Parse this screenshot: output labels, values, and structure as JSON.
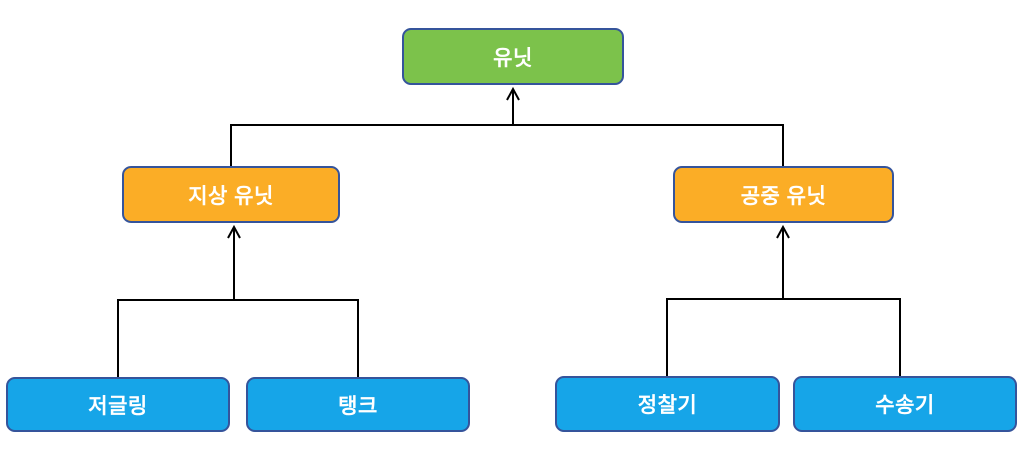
{
  "diagram": {
    "type": "tree",
    "orientation": "bottom-up-arrows",
    "background": "#ffffff",
    "connector_color": "#000000",
    "node_border_color": "#35549B",
    "node_text_color": "#ffffff",
    "level_colors": {
      "root": "#7CC24B",
      "middle": "#FBAD26",
      "leaf": "#16A5E8"
    },
    "nodes": [
      {
        "id": "unit",
        "label": "유닛",
        "parent": null,
        "fill": "#7CC24B"
      },
      {
        "id": "ground",
        "label": "지상 유닛",
        "parent": "unit",
        "fill": "#FBAD26"
      },
      {
        "id": "air",
        "label": "공중 유닛",
        "parent": "unit",
        "fill": "#FBAD26"
      },
      {
        "id": "zergling",
        "label": "저글링",
        "parent": "ground",
        "fill": "#16A5E8"
      },
      {
        "id": "tank",
        "label": "탱크",
        "parent": "ground",
        "fill": "#16A5E8"
      },
      {
        "id": "scout",
        "label": "정찰기",
        "parent": "air",
        "fill": "#16A5E8"
      },
      {
        "id": "transport",
        "label": "수송기",
        "parent": "air",
        "fill": "#16A5E8"
      }
    ]
  }
}
